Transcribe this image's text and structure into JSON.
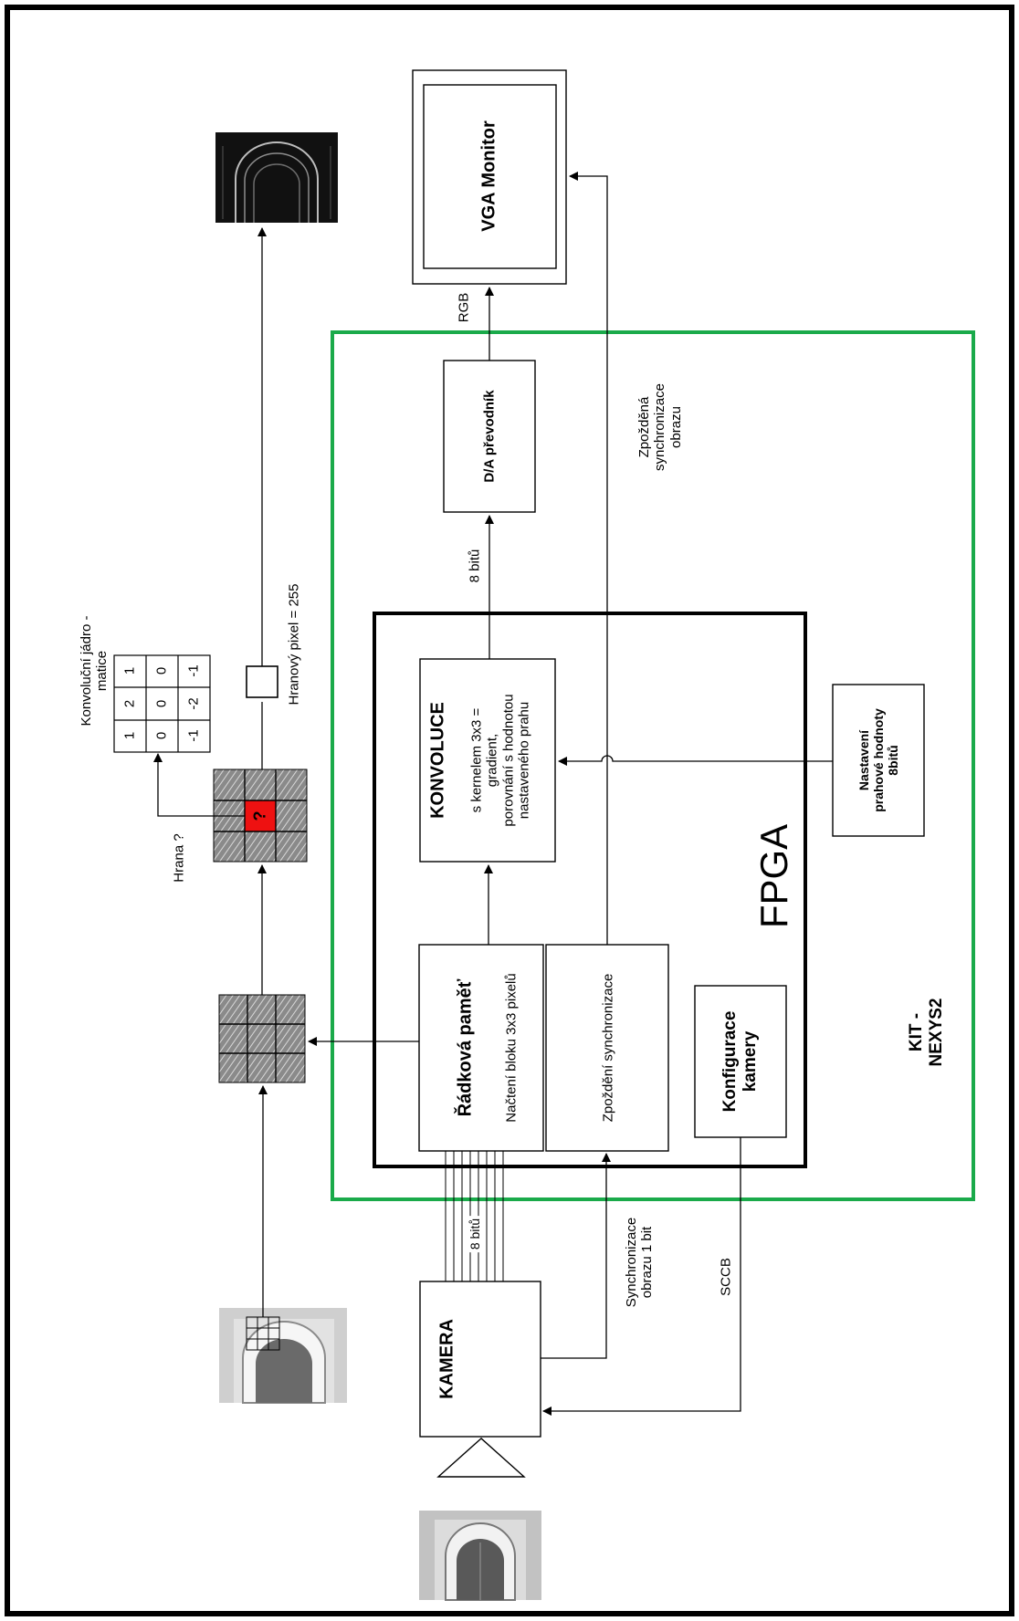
{
  "colors": {
    "kit_border": "#1aaa4a",
    "fpga_border": "#000000",
    "highlight_cell": "#ee1111"
  },
  "kit": {
    "label": "KIT - NEXYS2"
  },
  "fpga": {
    "label": "FPGA"
  },
  "blocks": {
    "kamera": "KAMERA",
    "radkova_title": "Řádková paměť",
    "radkova_sub": "Načtení bloku 3x3 pixelů",
    "zpozdeni": "Zpoždění synchronizace",
    "konfigurace": "Konfigurace\nkamery",
    "konvoluce_title": "KONVOLUCE",
    "konvoluce_sub": "s kernelem 3x3 =\ngradient,\nporovnání s hodnotou\nnastaveného prahu",
    "nastaveni": "Nastavení\nprahové hodnoty\n8bitů",
    "da": "D/A převodník",
    "vga": "VGA Monitor"
  },
  "labels": {
    "bus_8bit": "8 bitů",
    "sync_1bit": "Synchronizace\nobrazu 1 bit",
    "sccb": "SCCB",
    "out_8bit": "8 bitů",
    "rgb": "RGB",
    "delayed_sync": "Zpožděná\nsynchronizace\nobrazu",
    "edge_question": "Hrana ?",
    "kernel_title": "Konvoluční jádro -\nmatice",
    "edge_pixel": "Hranový pixel = 255",
    "question_mark": "?"
  },
  "kernel_matrix": [
    [
      "1",
      "2",
      "1"
    ],
    [
      "0",
      "0",
      "0"
    ],
    [
      "-1",
      "-2",
      "-1"
    ]
  ],
  "icons": {
    "camera_lens": "triangle-lens-icon",
    "photo": "arch-portal-photo-icon"
  }
}
